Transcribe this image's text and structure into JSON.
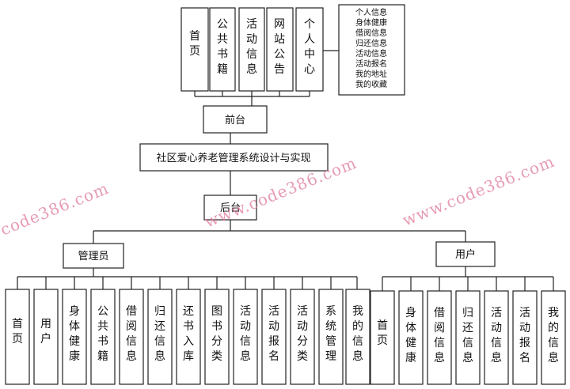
{
  "top_nodes": [
    "首页",
    "公共书籍",
    "活动信息",
    "网站公告",
    "个人中心"
  ],
  "personal_center_items": [
    "个人信息",
    "身体健康",
    "借阅信息",
    "归还信息",
    "活动信息",
    "活动报名",
    "我的地址",
    "我的收藏"
  ],
  "frontend": "前台",
  "system": "社区爱心养老管理系统设计与实现",
  "backend": "后台",
  "admin": "管理员",
  "user": "用户",
  "admin_items": [
    "首页",
    "用户",
    "身体健康",
    "公共书籍",
    "借阅信息",
    "归还信息",
    "还书入库",
    "图书分类",
    "活动信息",
    "活动报名",
    "活动分类",
    "系统管理",
    "我的信息"
  ],
  "user_items": [
    "首页",
    "身体健康",
    "借阅信息",
    "归还信息",
    "活动信息",
    "活动报名",
    "我的信息"
  ],
  "watermarks": [
    "code386.com",
    "www.code386.com",
    "www.code386.com"
  ]
}
